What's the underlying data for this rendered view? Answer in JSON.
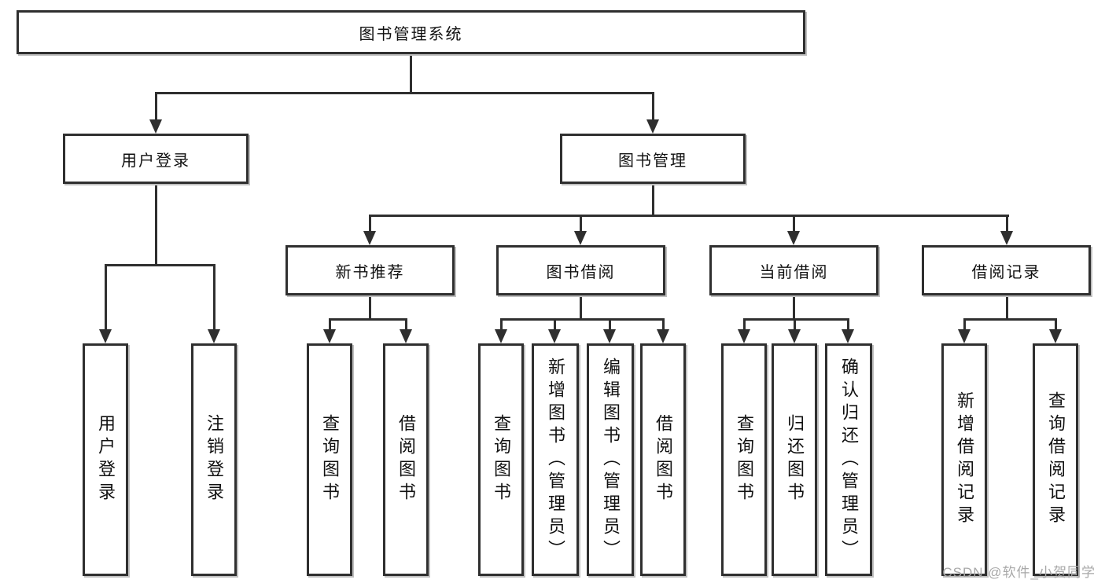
{
  "diagram": {
    "type": "hierarchy-tree",
    "root": {
      "label": "图书管理系统"
    },
    "level2": [
      {
        "label": "用户登录"
      },
      {
        "label": "图书管理"
      }
    ],
    "level3": [
      {
        "label": "新书推荐"
      },
      {
        "label": "图书借阅"
      },
      {
        "label": "当前借阅"
      },
      {
        "label": "借阅记录"
      }
    ],
    "leaves": {
      "user_login": [
        {
          "label": "用户登录"
        },
        {
          "label": "注销登录"
        }
      ],
      "new_book": [
        {
          "label": "查询图书"
        },
        {
          "label": "借阅图书"
        }
      ],
      "book_borrow": [
        {
          "label": "查询图书"
        },
        {
          "label": "新增图书（管理员）"
        },
        {
          "label": "编辑图书（管理员）"
        },
        {
          "label": "借阅图书"
        }
      ],
      "current_borrow": [
        {
          "label": "查询图书"
        },
        {
          "label": "归还图书"
        },
        {
          "label": "确认归还（管理员）"
        }
      ],
      "borrow_record": [
        {
          "label": "新增借阅记录"
        },
        {
          "label": "查询借阅记录"
        }
      ]
    }
  },
  "watermark": {
    "text": "CSDN @软件_小贺同学"
  },
  "colors": {
    "line": "#2f2f2f",
    "box_border": "#2f2f2f",
    "text": "#111111",
    "watermark_text": "#a8a8a8",
    "background": "#ffffff"
  }
}
